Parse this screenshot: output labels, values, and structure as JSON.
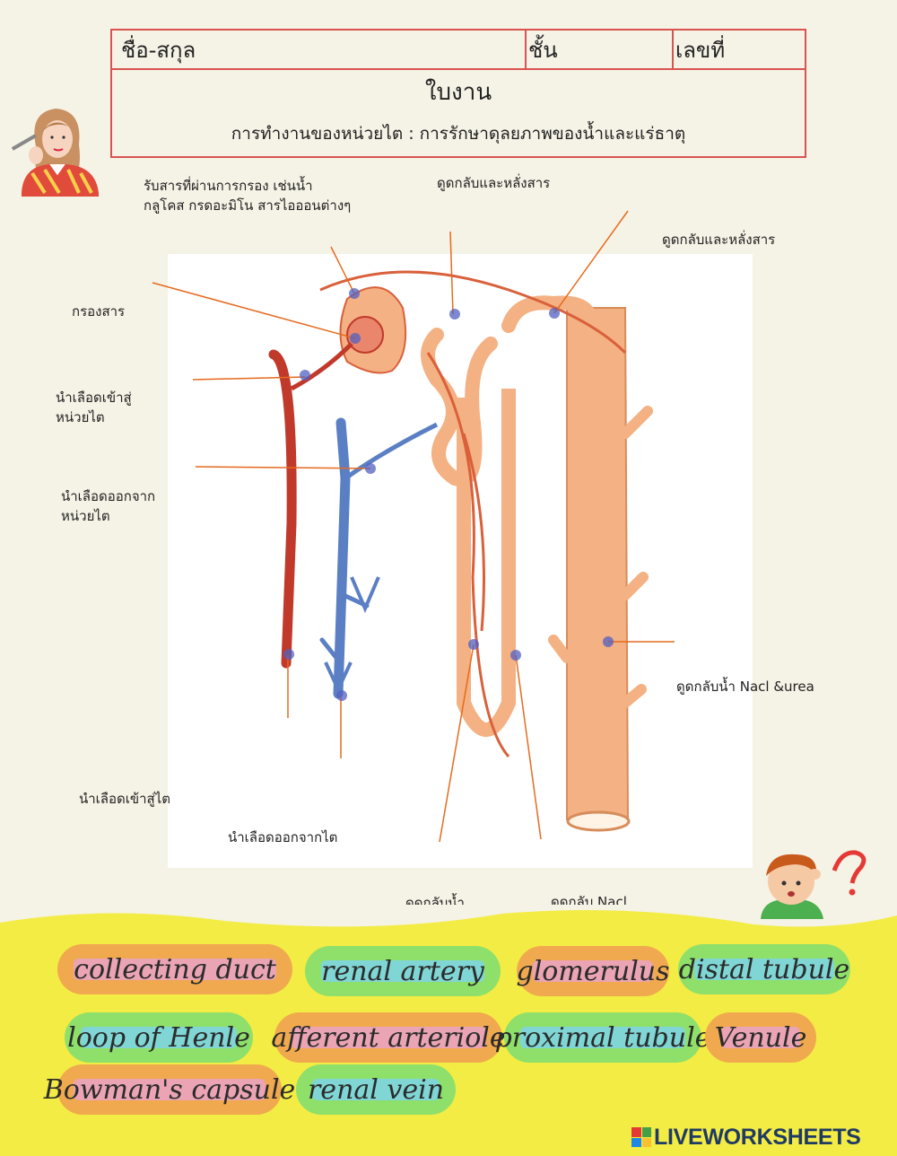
{
  "header": {
    "name_label": "ชื่อ-สกุล",
    "class_label": "ชั้น",
    "number_label": "เลขที่",
    "title": "ใบงาน",
    "subtitle": "การทำงานของหน่วยไต : การรักษาดุลยภาพของน้ำและแร่ธาตุ"
  },
  "labels": {
    "filtrate_receive_line1": "รับสารที่ผ่านการกรอง เช่นน้ำ",
    "filtrate_receive_line2": "กลูโคส กรดอะมิโน  สารไอออนต่างๆ",
    "reabsorb_secrete_1": "ดูดกลับและหลั่งสาร",
    "reabsorb_secrete_2": "ดูดกลับและหลั่งสาร",
    "filter": "กรองสาร",
    "blood_in_nephron_line1": "นำเลือดเข้าสู่",
    "blood_in_nephron_line2": "หน่วยไต",
    "blood_out_nephron_line1": "นำเลือดออกจาก",
    "blood_out_nephron_line2": "หน่วยไต",
    "reabsorb_water_nacl_urea": "ดูดกลับน้ำ Nacl &urea",
    "blood_into_kidney": "นำเลือดเข้าสู่ไต",
    "blood_out_kidney": "นำเลือดออกจากไต",
    "reabsorb_water": "ดูดกลับน้ำ",
    "reabsorb_nacl": "ดูดกลับ Nacl"
  },
  "word_bank": [
    {
      "text": "collecting duct",
      "bg": "#f0a94e",
      "hl": "#e9a3c6"
    },
    {
      "text": "renal artery",
      "bg": "#8ee06a",
      "hl": "#7dd3e6"
    },
    {
      "text": "glomerulus",
      "bg": "#f0a94e",
      "hl": "#e9a3c6"
    },
    {
      "text": "distal tubule",
      "bg": "#8ee06a",
      "hl": "#7dd3e6"
    },
    {
      "text": "loop of Henle",
      "bg": "#8ee06a",
      "hl": "#7dd3e6"
    },
    {
      "text": "afferent arteriole",
      "bg": "#f0a94e",
      "hl": "#e9a3c6"
    },
    {
      "text": "proximal tubule",
      "bg": "#8ee06a",
      "hl": "#7dd3e6"
    },
    {
      "text": "Venule",
      "bg": "#f0a94e",
      "hl": "#e9a3c6"
    },
    {
      "text": "Bowman's capsule",
      "bg": "#f0a94e",
      "hl": "#e9a3c6"
    },
    {
      "text": "renal vein",
      "bg": "#8ee06a",
      "hl": "#7dd3e6"
    }
  ],
  "brand": {
    "name": "LIVEWORKSHEETS",
    "logo_colors": [
      "#e53935",
      "#43a047",
      "#1e88e5",
      "#fbc02d"
    ]
  },
  "colors": {
    "frame_red": "#d9534f",
    "leader_orange": "#e66a1f",
    "answer_dot": "#5360c2",
    "artery": "#c0392b",
    "vein": "#5b7fc4",
    "tubule": "#f4b183",
    "capillary": "#d9603b",
    "word_bank_bg": "#f3ec44"
  }
}
